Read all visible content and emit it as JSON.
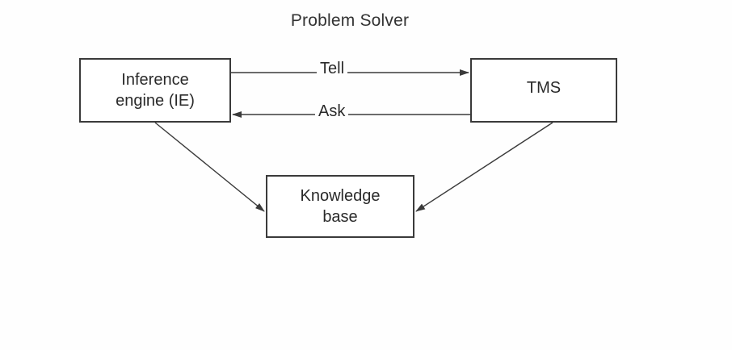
{
  "diagram": {
    "title": "Problem Solver",
    "nodes": {
      "inference_engine": "Inference\nengine (IE)",
      "tms": "TMS",
      "knowledge_base": "Knowledge\nbase"
    },
    "edges": {
      "tell": "Tell",
      "ask": "Ask"
    }
  }
}
